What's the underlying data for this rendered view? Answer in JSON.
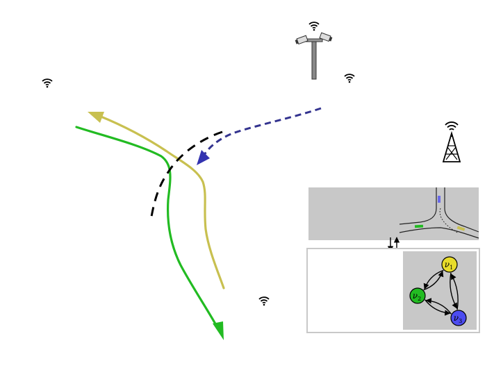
{
  "colors": {
    "background": "#ffffff",
    "olive_path": "#c8c050",
    "green_path": "#22bb22",
    "blue_path": "#33338f",
    "dashed_boundary": "#000000",
    "map_background": "#c8c8c8",
    "panel_border": "#c8c8c8",
    "vehicle_blue": "#6a6ae8",
    "vehicle_green": "#22bb22",
    "vehicle_olive": "#c8c050",
    "node_v1": "#e8dc2a",
    "node_v2": "#22bb22",
    "node_v3": "#4c4cf0"
  },
  "icons": {
    "wifi": "wifi-icon",
    "camera_pole": "camera-pole-icon",
    "cell_tower": "cell-tower-icon",
    "exchange_arrows": "bidirectional-arrows-icon"
  },
  "graph": {
    "nodes": [
      {
        "id": "v1",
        "symbol": "ν",
        "subscript": "1",
        "color": "#e8dc2a"
      },
      {
        "id": "v2",
        "symbol": "ν",
        "subscript": "2",
        "color": "#22bb22"
      },
      {
        "id": "v3",
        "symbol": "ν",
        "subscript": "3",
        "color": "#4c4cf0"
      }
    ],
    "edges": [
      {
        "from": "v1",
        "to": "v2"
      },
      {
        "from": "v2",
        "to": "v1"
      },
      {
        "from": "v1",
        "to": "v3"
      },
      {
        "from": "v3",
        "to": "v1"
      },
      {
        "from": "v2",
        "to": "v3"
      },
      {
        "from": "v3",
        "to": "v2"
      }
    ]
  }
}
